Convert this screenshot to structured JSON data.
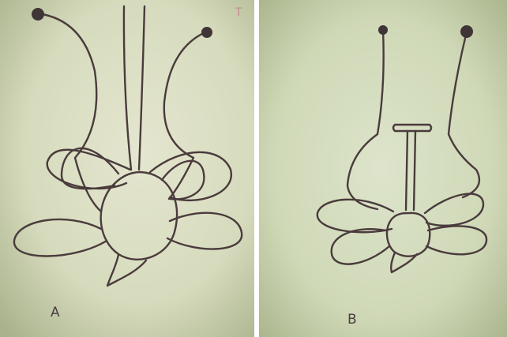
{
  "panels": [
    {
      "id": "A",
      "label": "A"
    },
    {
      "id": "B",
      "label": "B"
    }
  ],
  "corner_mark": "T",
  "colors": {
    "paper_a_center": "#dfe2c9",
    "paper_a_edge": "#a9b28c",
    "paper_b_center": "#d9e2c6",
    "paper_b_edge": "#a4b087",
    "ink": "#4a3b3c"
  }
}
